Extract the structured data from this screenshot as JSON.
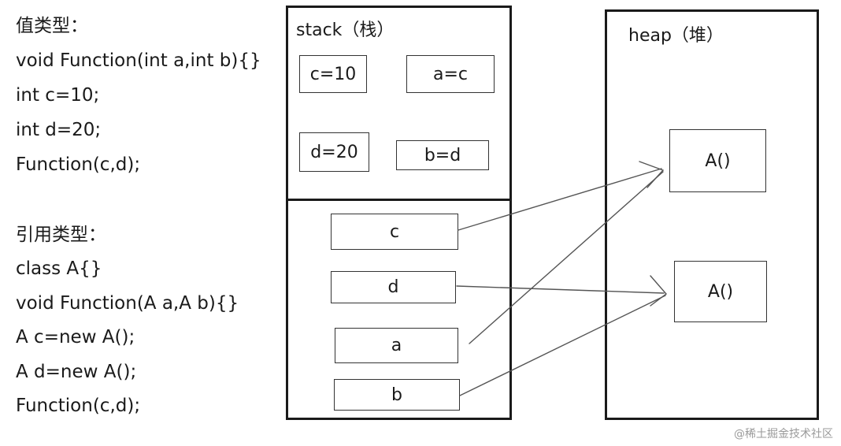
{
  "code": {
    "value_title": "值类型：",
    "value_lines": [
      "void Function(int a,int b){}",
      "int c=10;",
      "int d=20;",
      "Function(c,d);"
    ],
    "ref_title": "引用类型：",
    "ref_lines": [
      "class A{}",
      "void Function(A a,A b){}",
      "A c=new A();",
      "A d=new A();",
      "Function(c,d);"
    ]
  },
  "stack": {
    "title": "stack（栈）",
    "value_boxes": [
      "c=10",
      "a=c",
      "d=20",
      "b=d"
    ],
    "ref_boxes": [
      "c",
      "d",
      "a",
      "b"
    ]
  },
  "heap": {
    "title": "heap（堆）",
    "objects": [
      "A()",
      "A()"
    ]
  },
  "watermark": "@稀土掘金技术社区"
}
